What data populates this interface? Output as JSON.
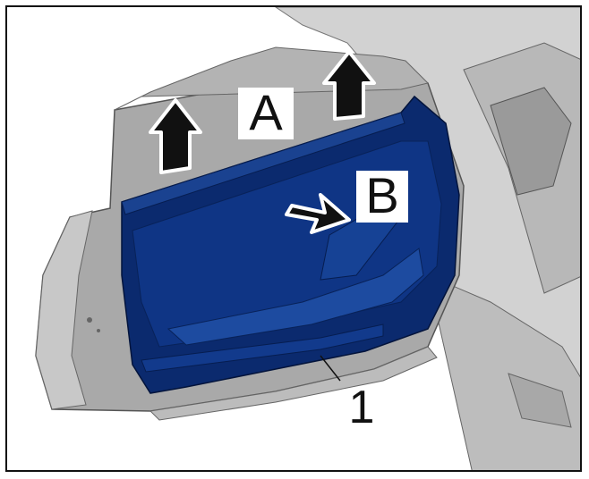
{
  "figure": {
    "labels": {
      "a": "A",
      "b": "B",
      "part_number": "1"
    },
    "colors": {
      "door_trim_panel": "#0b2a6e",
      "door_trim_highlight": "#1d4ba0",
      "door_shell": "#a9a9a9",
      "body_grey": "#c4c4c4",
      "arrow_fill": "#111111",
      "arrow_outline": "#ffffff",
      "frame": "#111111"
    },
    "icons": [
      "arrow-up-icon",
      "arrow-up-icon",
      "arrow-right-icon"
    ]
  }
}
